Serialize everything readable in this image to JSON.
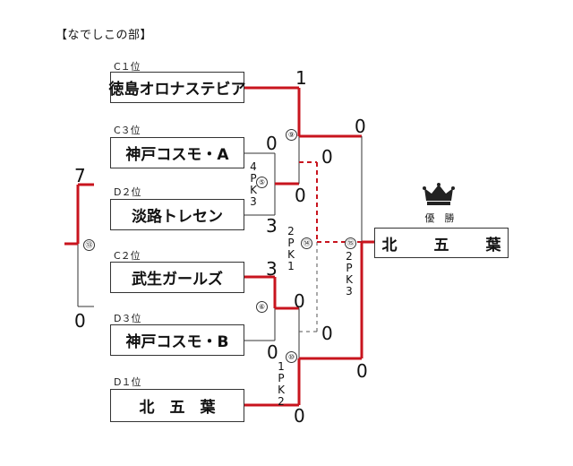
{
  "title": "【なでしこの部】",
  "seeds": [
    "C１位",
    "C３位",
    "D２位",
    "C２位",
    "D３位",
    "D１位"
  ],
  "teams": [
    "徳島オロナステビア",
    "神戸コスモ・A",
    "淡路トレセン",
    "武生ガールズ",
    "神戸コスモ・B",
    "北　五　葉"
  ],
  "champion_label": "優　勝",
  "champion_team": "北　五　葉",
  "crown_icon": "crown-icon",
  "accent_color": "#c8141e",
  "match_numbers": [
    "⑤",
    "⑥",
    "⑨",
    "⑩",
    "⑬",
    "⑭",
    "⑮"
  ],
  "scores": {
    "m5_top": "0",
    "m5_bottom": "3",
    "m5_next_top": "0",
    "m9_top": "1",
    "m9_bottom": "0",
    "m6_top": "3",
    "m6_bottom": "0",
    "m6_next": "0",
    "m10_bottom": "0",
    "m13_top": "7",
    "m13_bottom": "0",
    "m14_top": "0",
    "m14_bottom": "0",
    "m15_top": "0",
    "m15_bottom": "0"
  },
  "pk_texts": {
    "m5": "4\nP\nK\n3",
    "m14": "2\nP\nK\n1",
    "m15": "2\nP\nK\n3",
    "m10": "1\nP\nK\n2"
  }
}
